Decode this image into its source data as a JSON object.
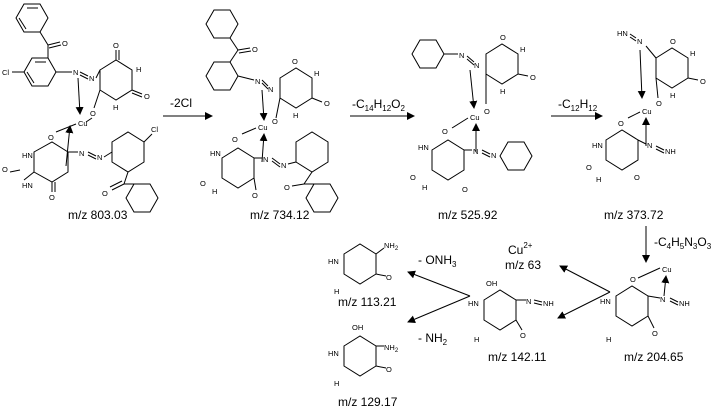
{
  "compounds": {
    "c803": {
      "mz": "m/z 803.03"
    },
    "c734": {
      "mz": "m/z 734.12"
    },
    "c525": {
      "mz": "m/z 525.92"
    },
    "c373": {
      "mz": "m/z 373.72"
    },
    "c204": {
      "mz": "m/z 204.65"
    },
    "c142": {
      "mz": "m/z 142.11"
    },
    "cu": {
      "ion": "Cu",
      "charge": "2+",
      "mz": "m/z 63"
    },
    "c113": {
      "mz": "m/z 113.21"
    },
    "c129": {
      "mz": "m/z 129.17"
    }
  },
  "steps": {
    "s1": "-2Cl",
    "s2_main": "-C",
    "s2_a": "14",
    "s2_b": "H",
    "s2_c": "12",
    "s2_d": "O",
    "s2_e": "2",
    "s3_main": "-C",
    "s3_a": "12",
    "s3_b": "H",
    "s3_c": "12",
    "s4_main": "-C",
    "s4_a": "4",
    "s4_b": "H",
    "s4_c": "5",
    "s4_d": "N",
    "s4_e": "3",
    "s4_f": "O",
    "s4_g": "3",
    "s5_main": "- ONH",
    "s5_sub": "3",
    "s6_main": "- NH",
    "s6_sub": "2"
  },
  "atoms": {
    "O": "O",
    "N": "N",
    "H": "H",
    "NH": "NH",
    "NH2": "NH",
    "NH2_sub": "2",
    "OH": "OH",
    "Cl": "Cl",
    "Cu": "Cu",
    "HN": "HN",
    "N_eq": "N"
  }
}
